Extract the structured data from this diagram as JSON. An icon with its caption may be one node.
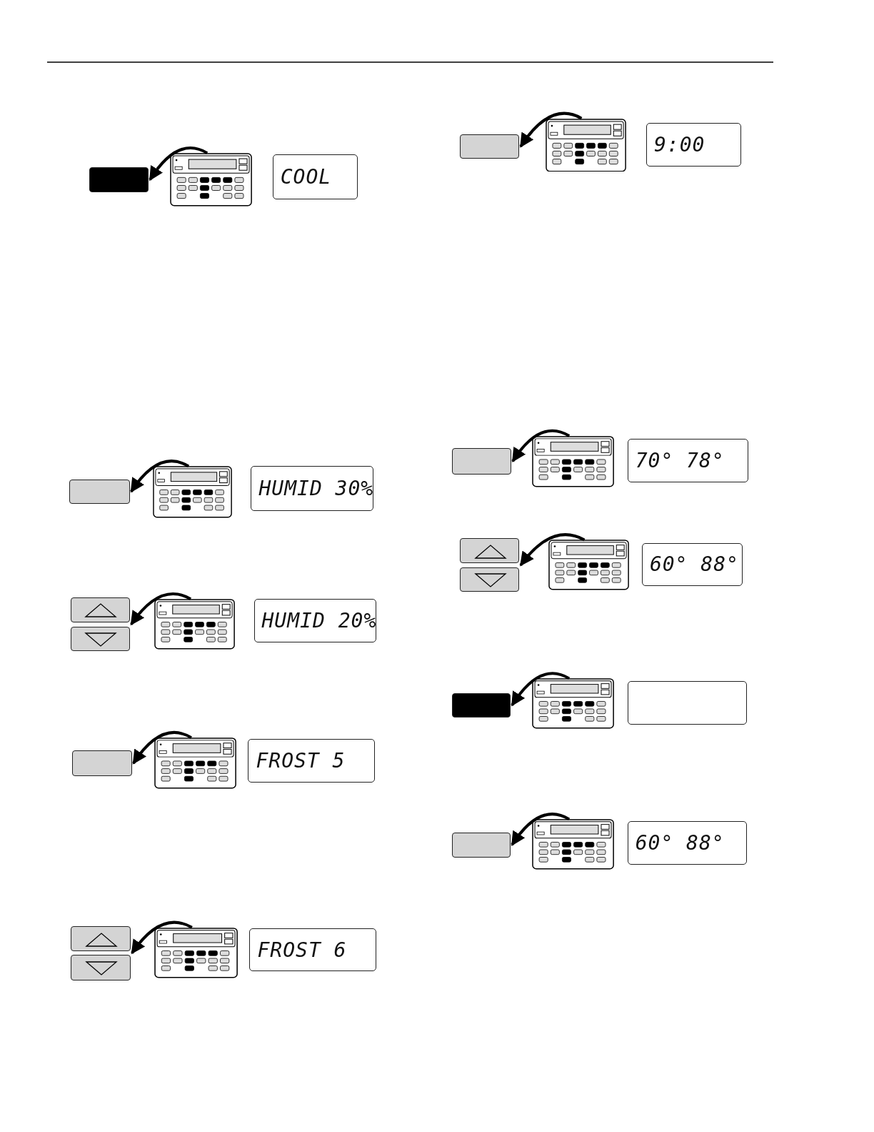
{
  "diagram": {
    "nodes": [
      {
        "text": [],
        "shape": "box"
      },
      {
        "text": [],
        "shape": "picture"
      },
      {
        "text": [
          "COOL"
        ]
      },
      {
        "text": [],
        "shape": "box"
      },
      {
        "text": [],
        "shape": "picture"
      },
      {
        "text": [
          "HUMID 30%"
        ]
      },
      {
        "text": [],
        "shape": "box"
      },
      {
        "text": [],
        "shape": "box"
      },
      {
        "text": [],
        "shape": "picture"
      },
      {
        "text": [
          "HUMID 20%"
        ]
      },
      {
        "text": [],
        "shape": "box"
      },
      {
        "text": [],
        "shape": "picture"
      },
      {
        "text": [
          "FROST 5"
        ]
      },
      {
        "text": [],
        "shape": "box"
      },
      {
        "text": [],
        "shape": "box"
      },
      {
        "text": [],
        "shape": "picture"
      },
      {
        "text": [
          "FROST 6"
        ]
      },
      {
        "text": [],
        "shape": "box"
      },
      {
        "text": [],
        "shape": "picture"
      },
      {
        "text": [
          "9:00"
        ]
      },
      {
        "text": [],
        "shape": "box"
      },
      {
        "text": [],
        "shape": "picture"
      },
      {
        "text": [
          "70° 78°"
        ]
      },
      {
        "text": [],
        "shape": "box"
      },
      {
        "text": [],
        "shape": "box"
      },
      {
        "text": [],
        "shape": "picture"
      },
      {
        "text": [
          "60° 88°"
        ]
      },
      {
        "text": [],
        "shape": "box"
      },
      {
        "text": [],
        "shape": "picture"
      },
      {
        "text": [],
        "shape": "box"
      },
      {
        "text": [],
        "shape": "box"
      },
      {
        "text": [],
        "shape": "picture"
      },
      {
        "text": [
          "60° 88°"
        ]
      }
    ],
    "edges": [
      {
        "from": 1,
        "to": 0,
        "arrow": "to"
      },
      {
        "from": 4,
        "to": 3,
        "arrow": "to"
      },
      {
        "from": 8,
        "to": 6,
        "arrow": "to"
      },
      {
        "from": 8,
        "to": 7,
        "arrow": "to"
      },
      {
        "from": 11,
        "to": 10,
        "arrow": "to"
      },
      {
        "from": 15,
        "to": 13,
        "arrow": "to"
      },
      {
        "from": 15,
        "to": 14,
        "arrow": "to"
      },
      {
        "from": 18,
        "to": 17,
        "arrow": "to"
      },
      {
        "from": 21,
        "to": 20,
        "arrow": "to"
      },
      {
        "from": 25,
        "to": 23,
        "arrow": "to"
      },
      {
        "from": 25,
        "to": 24,
        "arrow": "to"
      },
      {
        "from": 28,
        "to": 27,
        "arrow": "to"
      },
      {
        "from": 31,
        "to": 30,
        "arrow": "to"
      }
    ]
  }
}
